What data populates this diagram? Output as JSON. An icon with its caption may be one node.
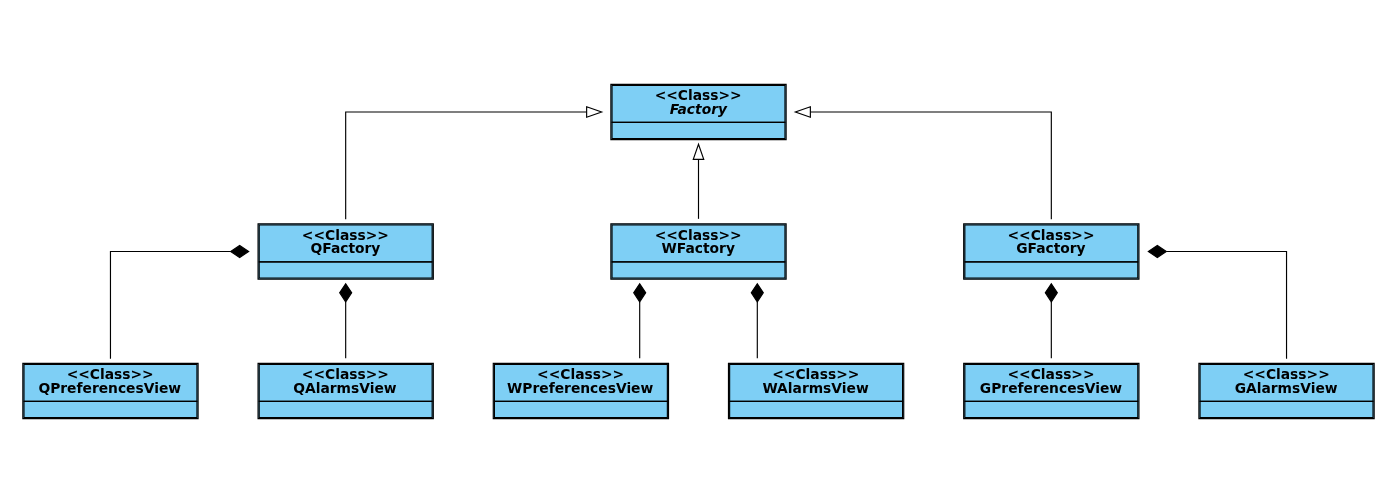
{
  "diagram": {
    "nodes": [
      {
        "text": [
          "<<Class>>",
          "Factory"
        ]
      },
      {
        "text": [
          "<<Class>>",
          "QFactory"
        ]
      },
      {
        "text": [
          "<<Class>>",
          "WFactory"
        ]
      },
      {
        "text": [
          "<<Class>>",
          "GFactory"
        ]
      },
      {
        "text": [
          "<<Class>>",
          "QPreferencesView"
        ]
      },
      {
        "text": [
          "<<Class>>",
          "QAlarmsView"
        ]
      },
      {
        "text": [
          "<<Class>>",
          "WPreferencesView"
        ]
      },
      {
        "text": [
          "<<Class>>",
          "WAlarmsView"
        ]
      },
      {
        "text": [
          "<<Class>>",
          "GPreferencesView"
        ]
      },
      {
        "text": [
          "<<Class>>",
          "GAlarmsView"
        ]
      }
    ],
    "edges": [
      {
        "from": 1,
        "to": 0,
        "arrow": "to"
      },
      {
        "from": 2,
        "to": 0,
        "arrow": "to"
      },
      {
        "from": 3,
        "to": 0,
        "arrow": "to"
      },
      {
        "from": 1,
        "to": 4,
        "arrow": "other"
      },
      {
        "from": 1,
        "to": 5,
        "arrow": "other"
      },
      {
        "from": 2,
        "to": 6,
        "arrow": "other"
      },
      {
        "from": 2,
        "to": 7,
        "arrow": "other"
      },
      {
        "from": 3,
        "to": 8,
        "arrow": "other"
      },
      {
        "from": 3,
        "to": 9,
        "arrow": "other"
      }
    ]
  }
}
